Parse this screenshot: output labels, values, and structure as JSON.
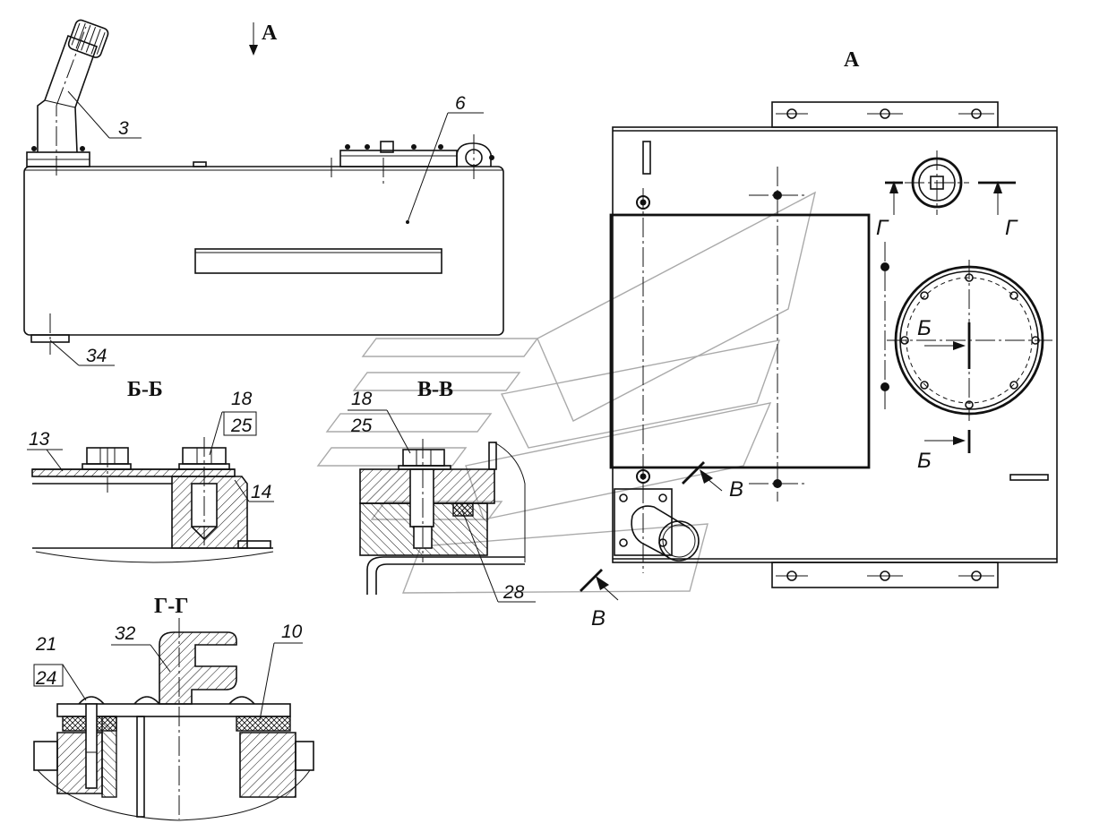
{
  "views": {
    "arrow_label": "А",
    "view_a_title": "А",
    "section_bb_title": "Б-Б",
    "section_vv_title": "В-В",
    "section_gg_title": "Г-Г"
  },
  "callouts": {
    "c3": "3",
    "c6": "6",
    "c34": "34",
    "c13": "13",
    "c14": "14",
    "c18_bb": "18",
    "c25_bb": "25",
    "c18_vv": "18",
    "c25_vv": "25",
    "c28": "28",
    "c21": "21",
    "c24": "24",
    "c32": "32",
    "c10": "10"
  },
  "cut_marks": {
    "g_left": "Г",
    "g_right": "Г",
    "b_top": "Б",
    "b_bottom": "Б",
    "v_top": "В",
    "v_bottom": "В"
  },
  "colors": {
    "line": "#111111",
    "watermark": "#aaaaaa",
    "background": "#ffffff"
  }
}
